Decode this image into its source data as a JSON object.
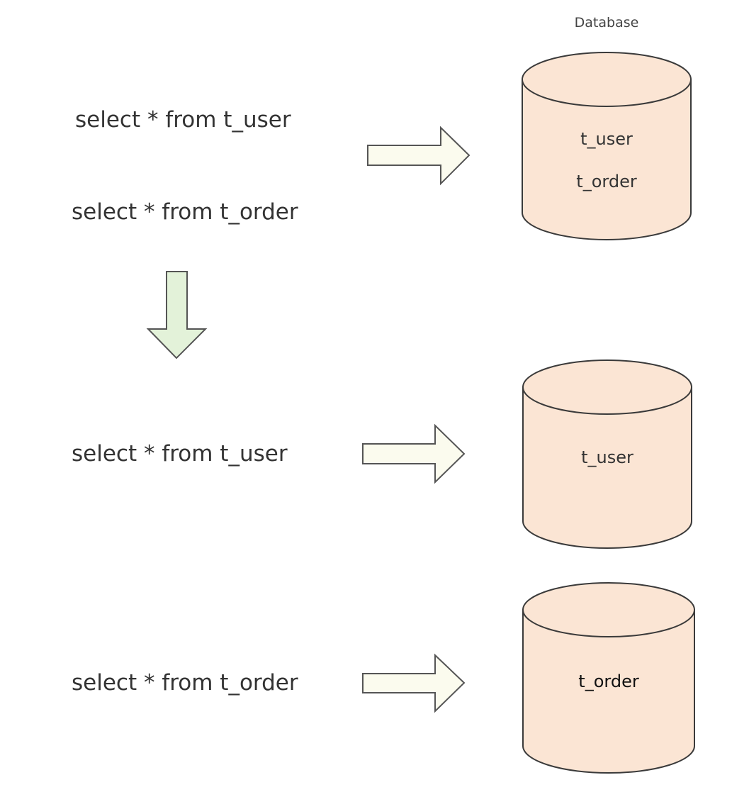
{
  "header": {
    "title": "Database"
  },
  "before": {
    "queries": [
      "select * from t_user",
      "select * from t_order"
    ],
    "database": {
      "tables": [
        "t_user",
        "t_order"
      ]
    }
  },
  "after": {
    "routes": [
      {
        "query": "select * from t_user",
        "table": "t_user"
      },
      {
        "query": "select * from t_order",
        "table": "t_order"
      }
    ]
  },
  "colors": {
    "cylinder_fill": "#fbe5d4",
    "cylinder_stroke": "#3a3a3a",
    "right_arrow_fill": "#fbfbee",
    "down_arrow_fill": "#e3f2d9",
    "arrow_stroke": "#555555",
    "text": "#333333"
  }
}
